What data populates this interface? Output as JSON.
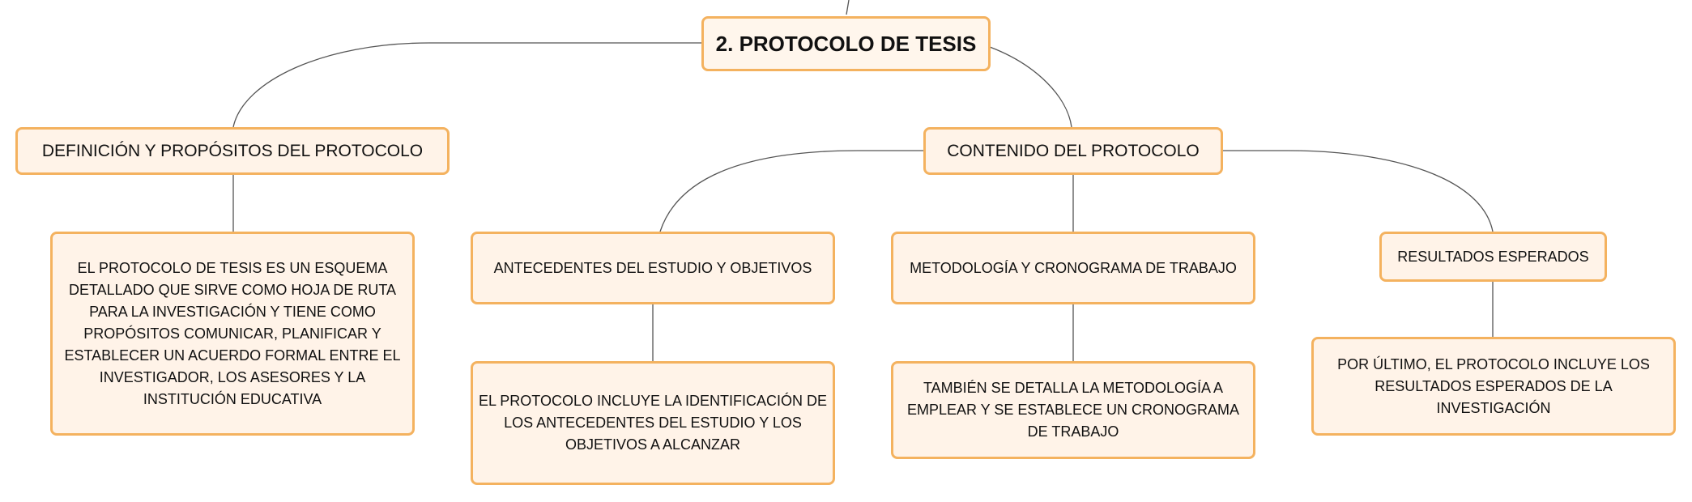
{
  "root": {
    "label": "2. PROTOCOLO DE TESIS"
  },
  "definicion": {
    "label": "DEFINICIÓN Y PROPÓSITOS DEL PROTOCOLO",
    "detail": "EL PROTOCOLO DE TESIS ES UN ESQUEMA DETALLADO QUE SIRVE COMO HOJA DE RUTA PARA LA INVESTIGACIÓN Y TIENE COMO PROPÓSITOS COMUNICAR, PLANIFICAR Y ESTABLECER UN ACUERDO FORMAL ENTRE EL INVESTIGADOR, LOS ASESORES Y LA INSTITUCIÓN EDUCATIVA"
  },
  "contenido": {
    "label": "CONTENIDO DEL PROTOCOLO",
    "antecedentes": {
      "label": "ANTECEDENTES DEL ESTUDIO Y OBJETIVOS",
      "detail": "EL PROTOCOLO INCLUYE LA IDENTIFICACIÓN DE LOS ANTECEDENTES DEL ESTUDIO Y LOS OBJETIVOS A ALCANZAR"
    },
    "metodologia": {
      "label": "METODOLOGÍA Y CRONOGRAMA DE TRABAJO",
      "detail": "TAMBIÉN SE DETALLA LA METODOLOGÍA A EMPLEAR Y SE ESTABLECE UN CRONOGRAMA DE TRABAJO"
    },
    "resultados": {
      "label": "RESULTADOS ESPERADOS",
      "detail": "POR ÚLTIMO, EL PROTOCOLO INCLUYE LOS RESULTADOS ESPERADOS DE LA INVESTIGACIÓN"
    }
  },
  "colors": {
    "border": "#f4b25f",
    "fill": "#fff3e8",
    "line": "#555555"
  }
}
